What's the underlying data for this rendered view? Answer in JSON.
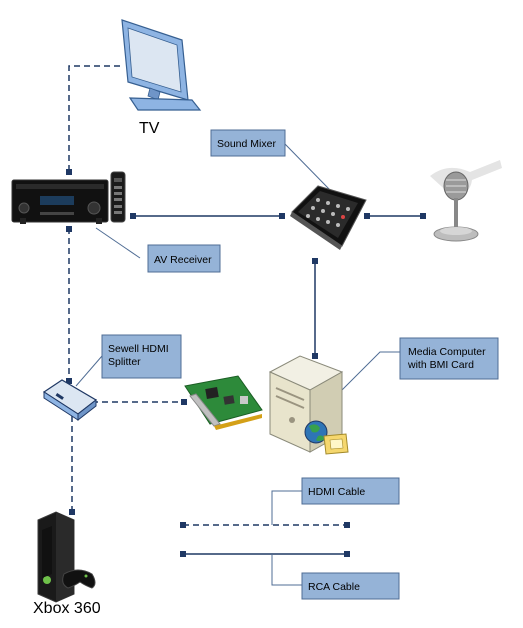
{
  "labels": {
    "tv": "TV",
    "xbox": "Xbox 360"
  },
  "callouts": {
    "sound_mixer": "Sound Mixer",
    "av_receiver": "AV Receiver",
    "hdmi_splitter_line1": "Sewell HDMI",
    "hdmi_splitter_line2": "Splitter",
    "media_computer_line1": "Media Computer",
    "media_computer_line2": "with BMI Card",
    "hdmi_cable": "HDMI Cable",
    "rca_cable": "RCA Cable"
  },
  "icons": {
    "tv": "tv-monitor-icon",
    "receiver": "av-receiver-icon",
    "remote": "remote-control-icon",
    "mixer": "sound-mixer-icon",
    "microphone": "microphone-icon",
    "splitter": "hdmi-splitter-icon",
    "capture_card": "capture-card-icon",
    "computer": "computer-tower-icon",
    "globe": "globe-icon",
    "folder": "folder-icon",
    "xbox": "xbox-console-icon",
    "controller": "controller-icon"
  },
  "colors": {
    "callout_fill": "#95b3d7",
    "callout_stroke": "#4f6c94",
    "line": "#1f3864",
    "tv_fill": "#8eb4e3",
    "tv_screen": "#dce6f2"
  }
}
